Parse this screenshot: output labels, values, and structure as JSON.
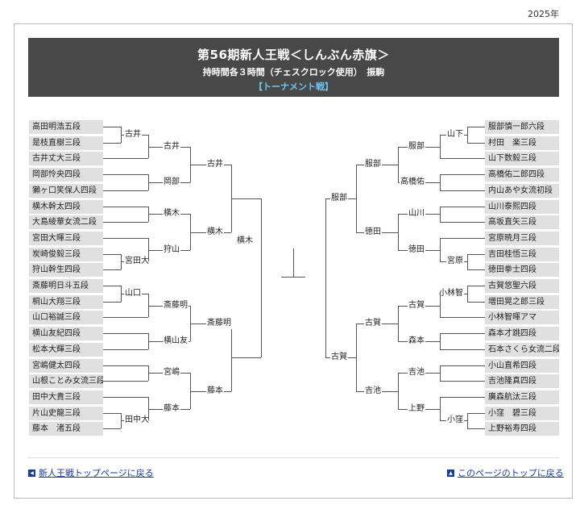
{
  "year": "2025年",
  "header": {
    "title": "第56期新人王戦＜しんぶん赤旗＞",
    "subtitle": "持時間各３時間（チェスクロック使用）　振駒",
    "label": "【トーナメント戦】"
  },
  "left_players": [
    "高田明浩五段",
    "是枝直樹三段",
    "古井丈大三段",
    "岡部怜央四段",
    "獺ヶ口笑保人四段",
    "横木幹太四段",
    "大島綾華女流二段",
    "宮田大暉三段",
    "炭崎俊毅三段",
    "狩山幹生四段",
    "斎藤明日斗五段",
    "桐山大翔三段",
    "山口裕誠三段",
    "横山友紀四段",
    "松本大輝三段",
    "宮嶋健太四段",
    "山根ことみ女流三段",
    "田中大貴三段",
    "片山史龍三段",
    "藤本　渚五段"
  ],
  "right_players": [
    "服部慎一郎六段",
    "村田　楽三段",
    "山下数毅三段",
    "高橋佑二郎四段",
    "内山あや女流初段",
    "山川泰熙四段",
    "高坂直矢三段",
    "宮原暁月三段",
    "吉田桂悟三段",
    "徳田拳士四段",
    "古賀悠聖六段",
    "増田晃之郎三段",
    "小林智暉アマ",
    "森本才跳四段",
    "石本さくら女流二段",
    "小山直希四段",
    "吉池隆真四段",
    "廣森航汰三段",
    "小窪　碧三段",
    "上野裕寿四段"
  ],
  "left_r1": [
    "古井",
    "宮田大",
    "山口",
    "田中大"
  ],
  "right_r1": [
    "山下",
    "宮原",
    "小林智",
    "小窪"
  ],
  "left_r2": [
    "古井",
    "岡部",
    "横木",
    "狩山",
    "斎藤明",
    "横山友",
    "宮嶋",
    "藤本"
  ],
  "right_r2": [
    "服部",
    "高橋佑",
    "山川",
    "徳田",
    "古賀",
    "森本",
    "吉池",
    "上野"
  ],
  "left_r3": [
    "古井",
    "横木",
    "斎藤明",
    "藤本"
  ],
  "right_r3": [
    "服部",
    "徳田",
    "古賀",
    "吉池"
  ],
  "left_r4": [
    "横木"
  ],
  "right_r4": [
    "服部",
    "古賀"
  ],
  "nav": {
    "back": "新人王戦トップページに戻る",
    "top": "このページのトップに戻る",
    "back_icon": "arrow-left-icon",
    "top_icon": "arrow-up-icon"
  },
  "colors": {
    "banner": "#484848",
    "label": "#6cc6f0",
    "link": "#1a3a9a"
  }
}
